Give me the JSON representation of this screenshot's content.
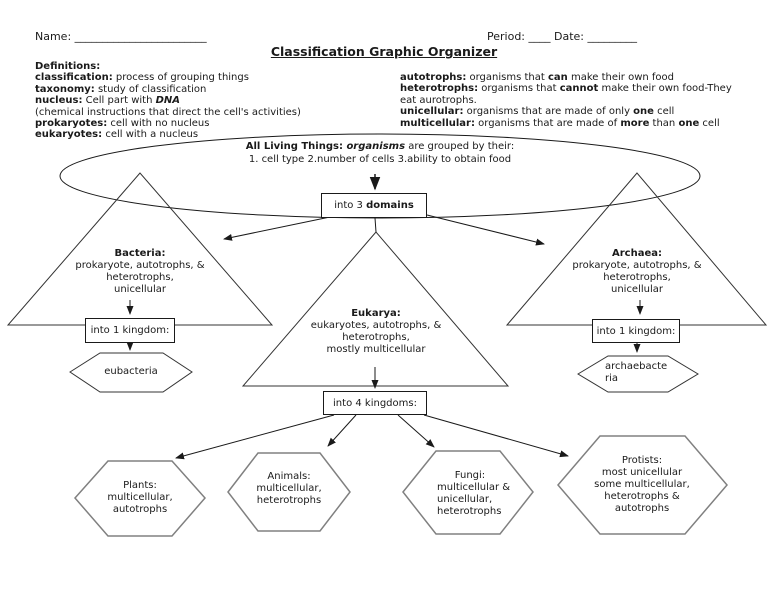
{
  "colors": {
    "ink": "#1a1a1a",
    "bottom_hex_stroke": "#808080"
  },
  "header": {
    "name_label": "Name:",
    "name_blank": "________________________",
    "period_label": "Period:",
    "period_blank": "____",
    "date_label": "Date:",
    "date_blank": "_________",
    "title": "Classification Graphic Organizer"
  },
  "definitions": {
    "left": [
      [
        {
          "t": "Definitions:",
          "b": 1
        }
      ],
      [
        {
          "t": "classification:",
          "b": 1
        },
        {
          "t": " process of grouping things"
        }
      ],
      [
        {
          "t": "taxonomy:",
          "b": 1
        },
        {
          "t": " study of classification"
        }
      ],
      [
        {
          "t": "nucleus:",
          "b": 1
        },
        {
          "t": " Cell part with "
        },
        {
          "t": "DNA",
          "b": 1,
          "i": 1
        }
      ],
      [
        {
          "t": "(chemical instructions that direct the cell's activities)"
        }
      ],
      [
        {
          "t": "prokaryotes:",
          "b": 1
        },
        {
          "t": " cell with no nucleus"
        }
      ],
      [
        {
          "t": "eukaryotes:",
          "b": 1
        },
        {
          "t": " cell with a nucleus"
        }
      ]
    ],
    "right": [
      [
        {
          "t": "autotrophs:",
          "b": 1
        },
        {
          "t": " organisms that "
        },
        {
          "t": "can",
          "b": 1
        },
        {
          "t": " make their own food"
        }
      ],
      [
        {
          "t": "heterotrophs:",
          "b": 1
        },
        {
          "t": " organisms that "
        },
        {
          "t": "cannot",
          "b": 1
        },
        {
          "t": " make their own food-They"
        }
      ],
      [
        {
          "t": "eat aurotrophs."
        }
      ],
      [
        {
          "t": "unicellular:",
          "b": 1
        },
        {
          "t": " organisms that are made of only "
        },
        {
          "t": "one",
          "b": 1
        },
        {
          "t": " cell"
        }
      ],
      [
        {
          "t": "multicellular:",
          "b": 1
        },
        {
          "t": " organisms that are made of "
        },
        {
          "t": "more",
          "b": 1
        },
        {
          "t": " than "
        },
        {
          "t": "one",
          "b": 1
        },
        {
          "t": " cell"
        }
      ]
    ]
  },
  "diagram": {
    "ellipse_line1": [
      {
        "t": "All Living Things: ",
        "b": 1
      },
      {
        "t": "organisms",
        "b": 1,
        "i": 1
      },
      {
        "t": " are grouped by their:"
      }
    ],
    "ellipse_line2": "1. cell type 2.number of cells 3.ability to obtain food",
    "domains_label": [
      {
        "t": "into 3 "
      },
      {
        "t": "domains",
        "b": 1
      }
    ],
    "bacteria": {
      "title": "Bacteria:",
      "lines": [
        "prokaryote, autotrophs, &",
        "heterotrophs,",
        "unicellular"
      ]
    },
    "archaea": {
      "title": "Archaea:",
      "lines": [
        "prokaryote, autotrophs, &",
        "heterotrophs,",
        "unicellular"
      ]
    },
    "eukarya": {
      "title": "Eukarya:",
      "lines": [
        "eukaryotes, autotrophs, &",
        "heterotrophs,",
        "mostly multicellular"
      ]
    },
    "kingdom_left_label": "into 1 kingdom:",
    "kingdom_right_label": "into 1 kingdom:",
    "kingdoms4_label": "into 4 kingdoms:",
    "eubacteria_label": "eubacteria",
    "archaebacteria_lines": [
      "archaebacte",
      "ria"
    ],
    "plants_lines": [
      "Plants:",
      "multicellular,",
      "autotrophs"
    ],
    "animals_lines": [
      "Animals:",
      "multicellular,",
      "heterotrophs"
    ],
    "fungi_lines": [
      "Fungi:",
      "multicellular &",
      "unicellular,",
      "heterotrophs"
    ],
    "protists_lines": [
      "Protists:",
      "most unicellular",
      "some multicellular,",
      "heterotrophs &",
      "autotrophs"
    ]
  }
}
